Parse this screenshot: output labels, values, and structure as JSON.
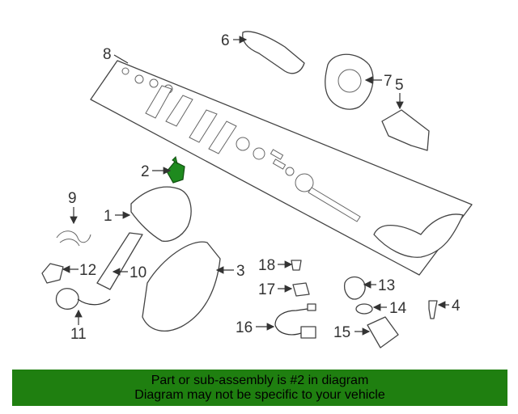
{
  "callouts": [
    {
      "id": "1",
      "label": "1"
    },
    {
      "id": "2",
      "label": "2"
    },
    {
      "id": "3",
      "label": "3"
    },
    {
      "id": "4",
      "label": "4"
    },
    {
      "id": "5",
      "label": "5"
    },
    {
      "id": "6",
      "label": "6"
    },
    {
      "id": "7",
      "label": "7"
    },
    {
      "id": "8",
      "label": "8"
    },
    {
      "id": "9",
      "label": "9"
    },
    {
      "id": "10",
      "label": "10"
    },
    {
      "id": "11",
      "label": "11"
    },
    {
      "id": "12",
      "label": "12"
    },
    {
      "id": "13",
      "label": "13"
    },
    {
      "id": "14",
      "label": "14"
    },
    {
      "id": "15",
      "label": "15"
    },
    {
      "id": "16",
      "label": "16"
    },
    {
      "id": "17",
      "label": "17"
    },
    {
      "id": "18",
      "label": "18"
    }
  ],
  "highlighted_part": "2",
  "colors": {
    "banner_background": "#1f7f10",
    "banner_text": "#000000",
    "highlight_part": "#1e8a1e",
    "line_art": "#444444"
  },
  "banner": {
    "line1": "Part or sub-assembly is #2 in diagram",
    "line2": "Diagram may not be specific to your vehicle"
  }
}
